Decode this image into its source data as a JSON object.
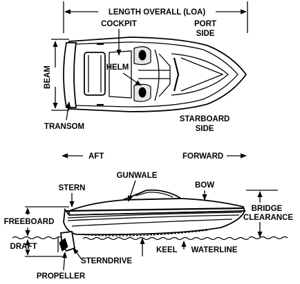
{
  "labels": {
    "length_overall": "LENGTH OVERALL (LOA)",
    "cockpit": "COCKPIT",
    "port_side": [
      "PORT",
      "SIDE"
    ],
    "helm": "HELM",
    "beam": "BEAM",
    "transom": "TRANSOM",
    "starboard_side": [
      "STARBOARD",
      "SIDE"
    ],
    "aft": "AFT",
    "forward": "FORWARD",
    "gunwale": "GUNWALE",
    "stern": "STERN",
    "bow": "BOW",
    "bridge_clearance": [
      "BRIDGE",
      "CLEARANCE"
    ],
    "freeboard": "FREEBOARD",
    "draft": "DRAFT",
    "keel": "KEEL",
    "waterline": "WATERLINE",
    "sterndrive": "STERNDRIVE",
    "propeller": "PROPELLER"
  }
}
